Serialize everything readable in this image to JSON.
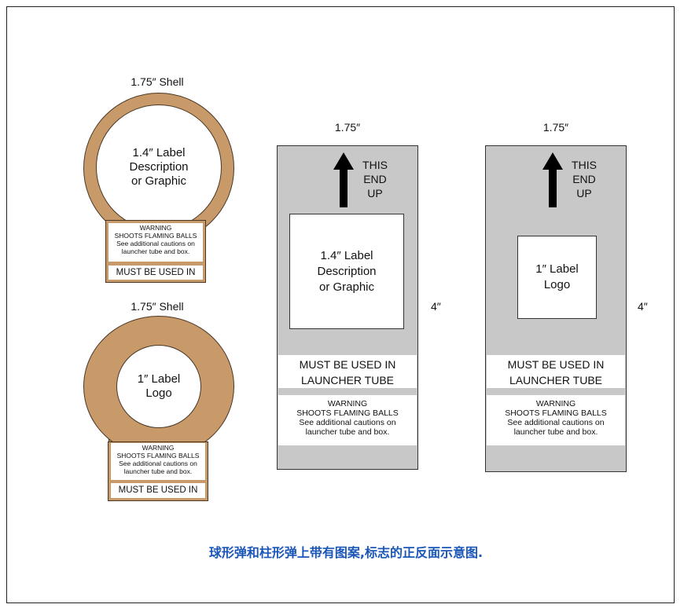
{
  "left_panel": {
    "top_shell": {
      "title": "1.75″ Shell",
      "label_lines": [
        "1.4″ Label",
        "Description",
        "or Graphic"
      ],
      "warning_lines": [
        "WARNING",
        "SHOOTS FLAMING BALLS",
        "See additional cautions on",
        "launcher tube and box."
      ],
      "must_text": "MUST BE USED IN"
    },
    "bottom_shell": {
      "title": "1.75″ Shell",
      "label_lines": [
        "1″ Label",
        "Logo"
      ],
      "warning_lines": [
        "WARNING",
        "SHOOTS FLAMING BALLS",
        "See additional cautions on",
        "launcher tube and box."
      ],
      "must_text": "MUST BE USED IN"
    }
  },
  "tubes": [
    {
      "width_label": "1.75″",
      "height_label": "4″",
      "end_up_lines": [
        "THIS",
        "END",
        "UP"
      ],
      "label_lines": [
        "1.4″ Label",
        "Description",
        "or Graphic"
      ],
      "must_lines": [
        "MUST BE USED IN",
        "LAUNCHER TUBE"
      ],
      "warning_lines": [
        "WARNING",
        "SHOOTS FLAMING BALLS",
        "See additional cautions on",
        "launcher tube and box."
      ]
    },
    {
      "width_label": "1.75″",
      "height_label": "4″",
      "end_up_lines": [
        "THIS",
        "END",
        "UP"
      ],
      "label_lines": [
        "1″ Label",
        "Logo"
      ],
      "must_lines": [
        "MUST BE USED IN",
        "LAUNCHER TUBE"
      ],
      "warning_lines": [
        "WARNING",
        "SHOOTS FLAMING BALLS",
        "See additional cautions on",
        "launcher tube and box."
      ]
    }
  ],
  "caption": "球形弹和柱形弹上带有图案,标志的正反面示意图.",
  "colors": {
    "shell": "#c89a6a",
    "tube": "#c8c8c8",
    "caption": "#1a56b8"
  }
}
